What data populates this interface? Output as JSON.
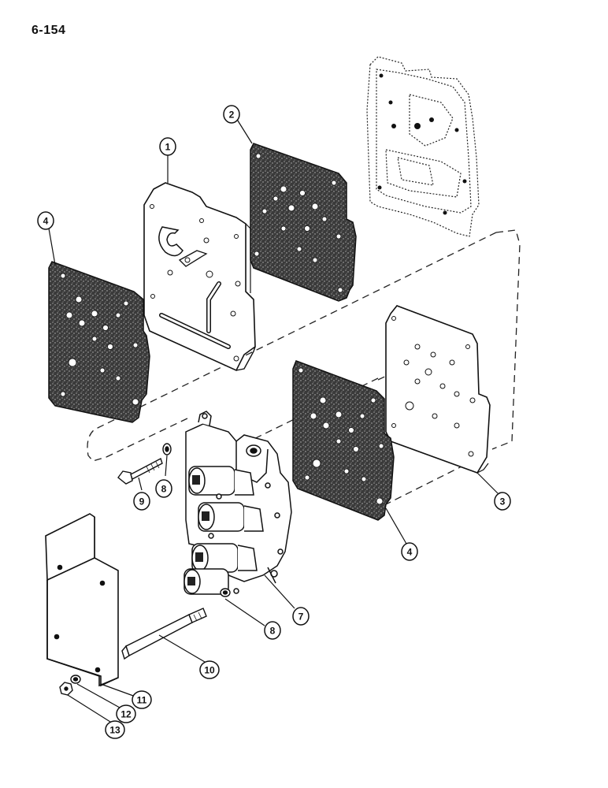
{
  "page_number": "6-154",
  "callouts": {
    "c1": "1",
    "c2": "2",
    "c3": "3",
    "c4a": "4",
    "c4b": "4",
    "c7": "7",
    "c8a": "8",
    "c8b": "8",
    "c9": "9",
    "c10": "10",
    "c11": "11",
    "c12": "12",
    "c13": "13"
  }
}
